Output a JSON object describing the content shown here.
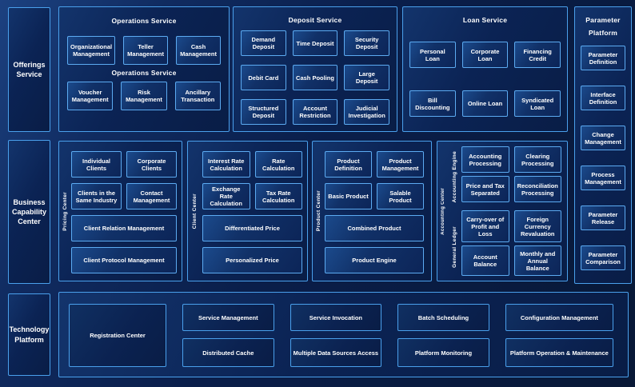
{
  "palette": {
    "panel_border": "#4aa0ec",
    "box_border": "#5cabf2",
    "background": "#0a1e4a",
    "text": "#ffffff"
  },
  "offerings": {
    "label": "Offerings Service"
  },
  "top": {
    "operations": {
      "title": "Operations Service",
      "subtitle": "Operations Service",
      "row1": [
        "Organizational Management",
        "Teller Management",
        "Cash Management"
      ],
      "row2": [
        "Voucher Management",
        "Risk Management",
        "Ancillary Transaction"
      ]
    },
    "deposit": {
      "title": "Deposit Service",
      "boxes": [
        "Demand Deposit",
        "Time Deposit",
        "Security Deposit",
        "Debit Card",
        "Cash Pooling",
        "Large Deposit",
        "Structured Deposit",
        "Account Restriction",
        "Judicial Investigation"
      ]
    },
    "loan": {
      "title": "Loan Service",
      "row1": [
        "Personal Loan",
        "Corporate Loan",
        "Financing Credit"
      ],
      "row2": [
        "Bill Discounting",
        "Online Loan",
        "Syndicated Loan"
      ]
    }
  },
  "parameter_platform": {
    "title": "Parameter Platform",
    "items": [
      "Parameter Definition",
      "Interface Definition",
      "Change Management",
      "Process Management",
      "Parameter Release",
      "Parameter Comparison"
    ]
  },
  "business_capability": {
    "label": "Business Capability Center"
  },
  "middle": {
    "pricing": {
      "label": "Pricing Center",
      "small": [
        "Individual Clients",
        "Corporate Clients",
        "Clients in the Same Industry",
        "Contact Management"
      ],
      "wide": [
        "Client Relation Management",
        "Client Protocol Management"
      ]
    },
    "client": {
      "label": "Client Center",
      "small": [
        "Interest Rate Calculation",
        "Rate Calculation",
        "Exchange Rate Calculation",
        "Tax Rate Calculation"
      ],
      "wide": [
        "Differentiated Price",
        "Personalized Price"
      ]
    },
    "product": {
      "label": "Product Center",
      "small": [
        "Product Definition",
        "Product Management",
        "Basic Product",
        "Salable Product"
      ],
      "wide": [
        "Combined Product",
        "Product Engine"
      ]
    },
    "accounting": {
      "label": "Accounting Center",
      "engine": {
        "label": "Accounting Engine",
        "boxes": [
          "Accounting Processing",
          "Clearing Processing",
          "Price and Tax Separated",
          "Reconciliation Processing"
        ]
      },
      "ledger": {
        "label": "General Ledger",
        "boxes": [
          "Carry-over of Profit and Loss",
          "Foreign Currency Revaluation",
          "Account Balance",
          "Monthly and Annual Balance"
        ]
      }
    }
  },
  "technology": {
    "label": "Technology Platform"
  },
  "bottom": {
    "registration": "Registration Center",
    "row1": [
      "Service Management",
      "Service Invocation",
      "Batch Scheduling",
      "Configuration Management"
    ],
    "row2": [
      "Distributed Cache",
      "Multiple Data Sources Access",
      "Platform Monitoring",
      "Platform Operation & Maintenance"
    ]
  }
}
